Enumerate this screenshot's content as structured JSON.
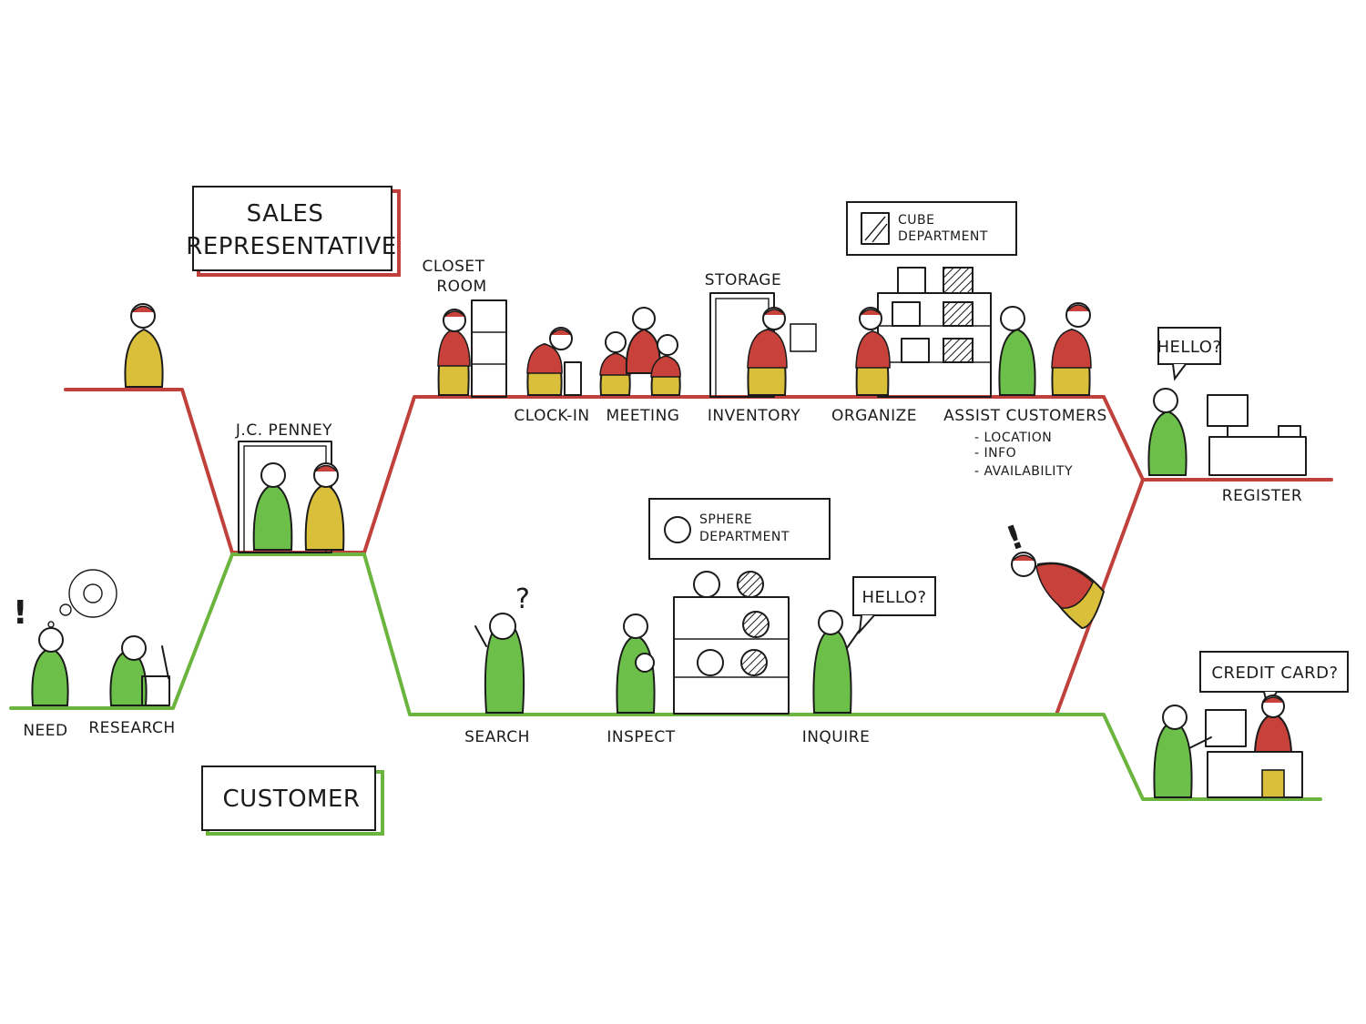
{
  "colors": {
    "ink": "#1b1b1b",
    "sales_path": "#c0413b",
    "customer_path": "#6bb53f",
    "customer_body": "#6cc04a",
    "rep_body": "#d9bf3a",
    "rep_shirt": "#c8413a"
  },
  "legend": {
    "sales_representative": [
      "SALES",
      "REPRESENTATIVE"
    ],
    "customer": "CUSTOMER"
  },
  "signs": {
    "jc_penney": "J.C. PENNEY",
    "closet_room": [
      "CLOSET",
      "ROOM"
    ],
    "storage": "STORAGE",
    "cube_department": [
      "CUBE",
      "DEPARTMENT"
    ],
    "sphere_department": [
      "SPHERE",
      "DEPARTMENT"
    ]
  },
  "rep_steps": {
    "clock_in": "CLOCK-IN",
    "meeting": "MEETING",
    "inventory": "INVENTORY",
    "organize": "ORGANIZE",
    "assist_customers": "ASSIST CUSTOMERS",
    "assist_details": [
      "- LOCATION",
      "- INFO",
      "- AVAILABILITY"
    ],
    "register": "REGISTER"
  },
  "customer_steps": {
    "need": "NEED",
    "research": "RESEARCH",
    "search": "SEARCH",
    "inspect": "INSPECT",
    "inquire": "INQUIRE"
  },
  "bubbles": {
    "register_hello": "HELLO?",
    "inquire_hello": "HELLO?",
    "credit_card": "CREDIT CARD?"
  },
  "glyphs": {
    "exclaim": "!",
    "question": "?"
  }
}
